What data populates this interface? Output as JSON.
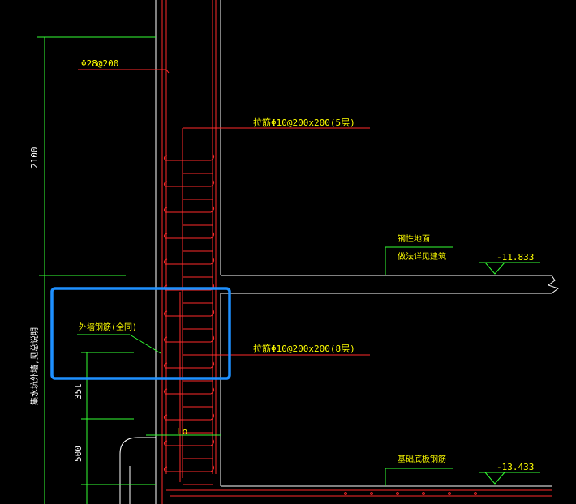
{
  "labels": {
    "rebar_top": "Φ28@200",
    "tie_upper": "拉筋Φ10@200x200(5层)",
    "tie_lower": "拉筋Φ10@200x200(8层)",
    "floor_line1": "钢性地面",
    "floor_line2": "做法详见建筑",
    "elev_floor": "-11.833",
    "wall_rebar": "外墙钢筋(全同)",
    "dim_2100": "2100",
    "dim_35l": "35l",
    "dim_500": "500",
    "vertical_note": "集水坑外墙,见总说明",
    "lo": "Lo",
    "base_slab": "基础底板钢筋",
    "elev_base": "-13.433"
  },
  "colors": {
    "background": "#000000",
    "wall": "#ffffff",
    "rebar": "#ff2a2a",
    "dimension": "#33ff33",
    "text": "#ffff00",
    "highlight": "#1e90ff"
  }
}
